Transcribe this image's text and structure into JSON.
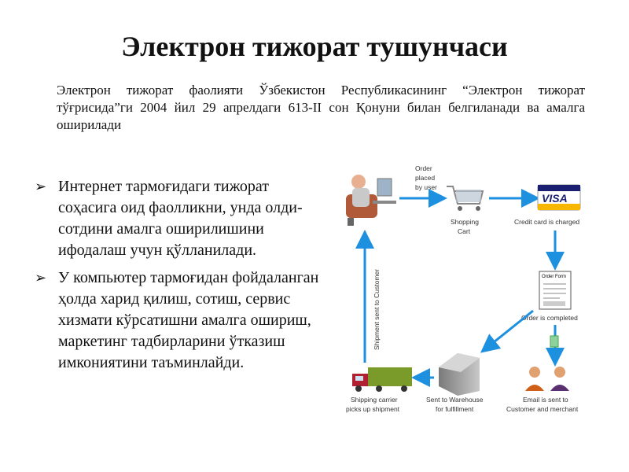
{
  "slide": {
    "title": "Электрон тижорат тушунчаси",
    "intro": "Электрон тижорат фаолияти Ўзбекистон Республикасининг “Электрон тижорат тўғрисида”ги 2004 йил 29 апрелдаги 613-II сон Қонуни билан белгиланади ва амалга оширилади",
    "bullets": [
      "Интернет тармоғидаги тижорат соҳасига оид фаолликни, унда олди-сотдини амалга оширилишини ифодалаш учун қўлланилади.",
      "У компьютер тармоғидан фойдаланган ҳолда харид қилиш, сотиш, сервис хизмати кўрсатишни амалга ошириш, маркетинг тадбирларини ўтказиш имкониятини таъминлайди."
    ],
    "bullet_icon": "arrow-bullet-icon"
  },
  "diagram": {
    "order_placed": [
      "Order",
      "placed",
      "by user"
    ],
    "shopping_cart": [
      "Shopping",
      "Cart"
    ],
    "credit_card": "Credit card is charged",
    "visa": "VISA",
    "order_form": "Order Form",
    "order_completed": "Order is completed",
    "email_sent": [
      "Email is sent to",
      "Customer and merchant"
    ],
    "warehouse": [
      "Sent to Warehouse",
      "for fulfillment"
    ],
    "carrier": [
      "Shipping carrier",
      "picks up shipment"
    ],
    "shipment_sent": "Shipment sent to Customer",
    "colors": {
      "arrow": "#1e90e0",
      "visa_blue": "#1a1f71",
      "visa_gold": "#f7b600"
    }
  }
}
